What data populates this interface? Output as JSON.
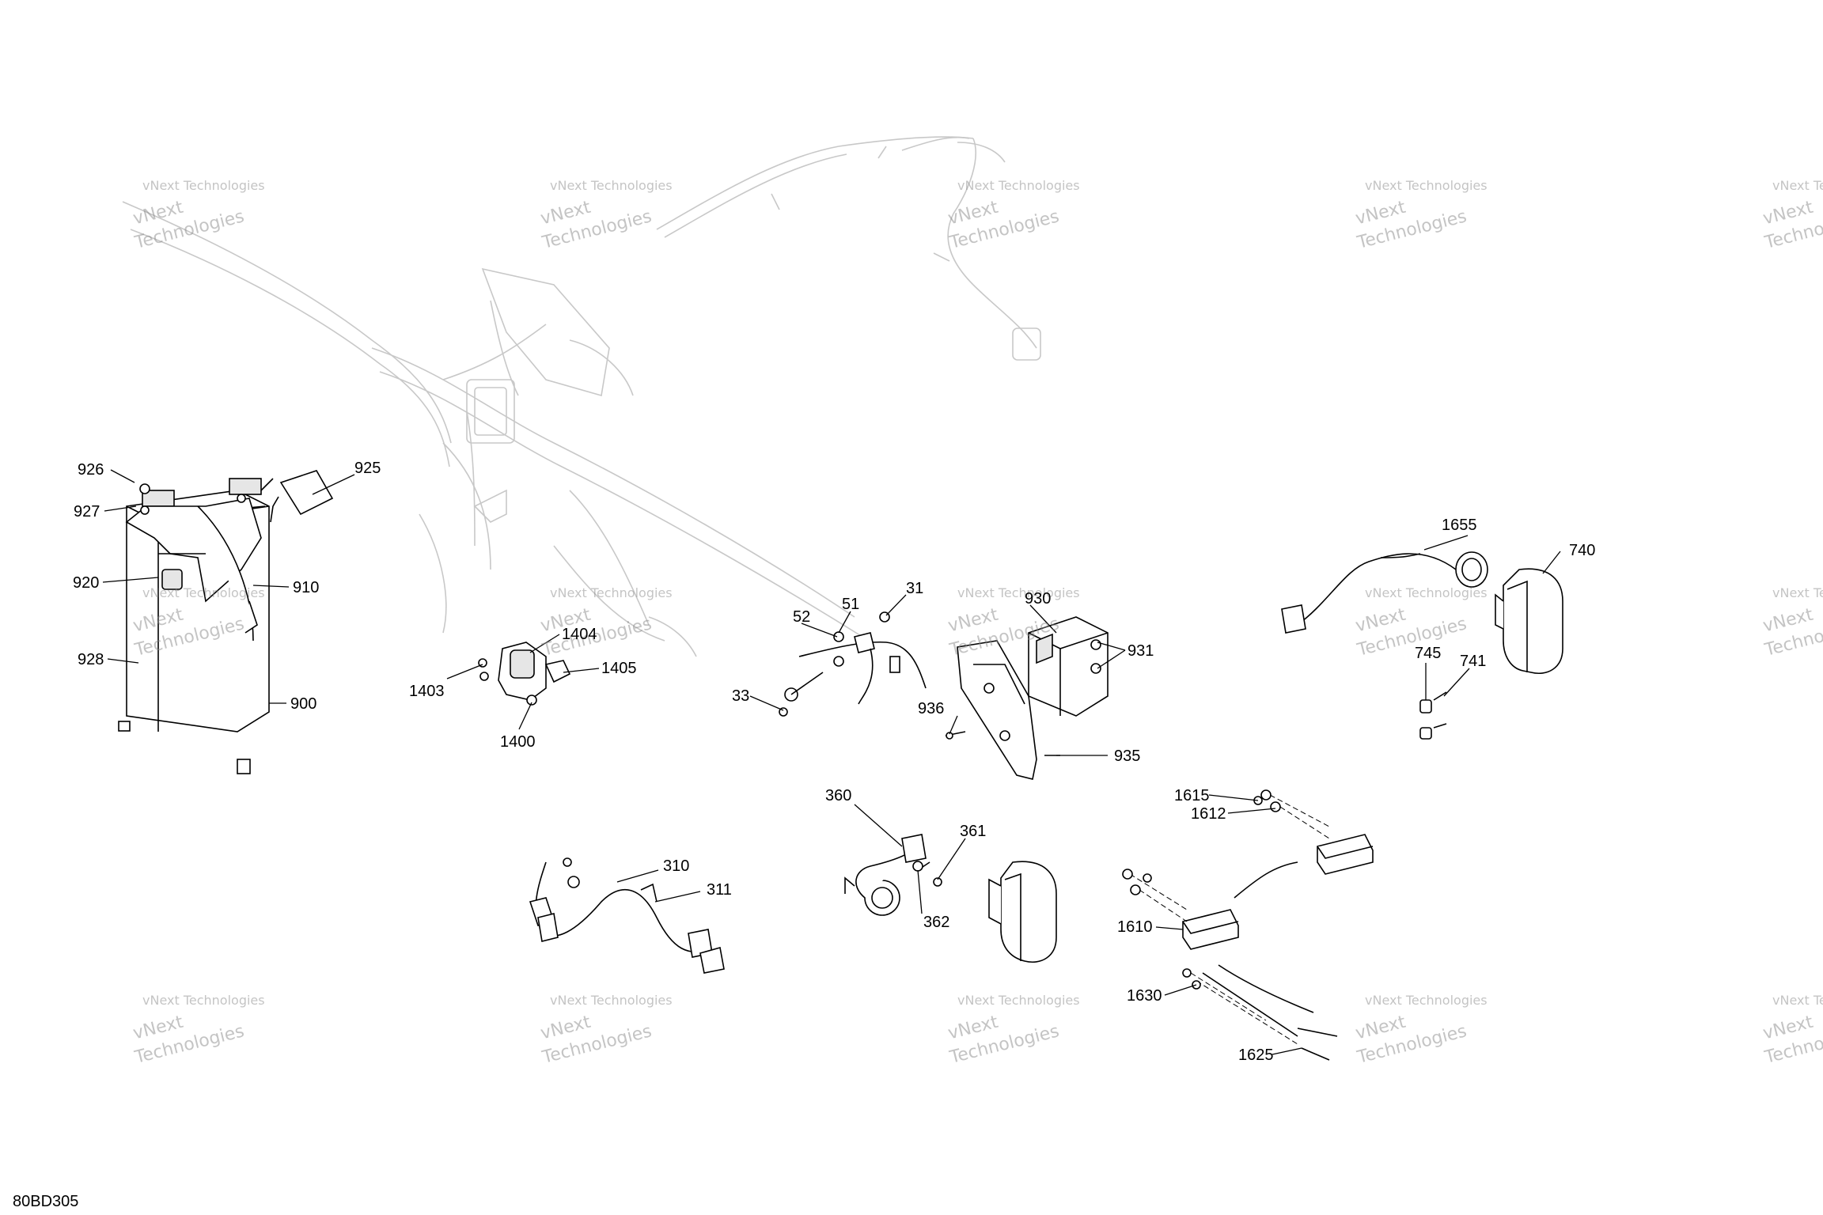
{
  "diagram_code": "80BD305",
  "watermark": {
    "line1": "vNext Technologies",
    "line2a": "vNext",
    "line2b": "Technologies"
  },
  "callouts": [
    {
      "id": "926",
      "label": "926"
    },
    {
      "id": "927",
      "label": "927"
    },
    {
      "id": "920",
      "label": "920"
    },
    {
      "id": "928",
      "label": "928"
    },
    {
      "id": "925",
      "label": "925"
    },
    {
      "id": "910",
      "label": "910"
    },
    {
      "id": "900",
      "label": "900"
    },
    {
      "id": "1403",
      "label": "1403"
    },
    {
      "id": "1404",
      "label": "1404"
    },
    {
      "id": "1405",
      "label": "1405"
    },
    {
      "id": "1400",
      "label": "1400"
    },
    {
      "id": "52",
      "label": "52"
    },
    {
      "id": "51",
      "label": "51"
    },
    {
      "id": "31",
      "label": "31"
    },
    {
      "id": "33",
      "label": "33"
    },
    {
      "id": "930",
      "label": "930"
    },
    {
      "id": "931",
      "label": "931"
    },
    {
      "id": "936",
      "label": "936"
    },
    {
      "id": "935",
      "label": "935"
    },
    {
      "id": "1655",
      "label": "1655"
    },
    {
      "id": "740",
      "label": "740"
    },
    {
      "id": "745",
      "label": "745"
    },
    {
      "id": "741",
      "label": "741"
    },
    {
      "id": "360",
      "label": "360"
    },
    {
      "id": "361",
      "label": "361"
    },
    {
      "id": "362",
      "label": "362"
    },
    {
      "id": "310",
      "label": "310"
    },
    {
      "id": "311",
      "label": "311"
    },
    {
      "id": "1615",
      "label": "1615"
    },
    {
      "id": "1612",
      "label": "1612"
    },
    {
      "id": "1610",
      "label": "1610"
    },
    {
      "id": "1630",
      "label": "1630"
    },
    {
      "id": "1625",
      "label": "1625"
    }
  ]
}
